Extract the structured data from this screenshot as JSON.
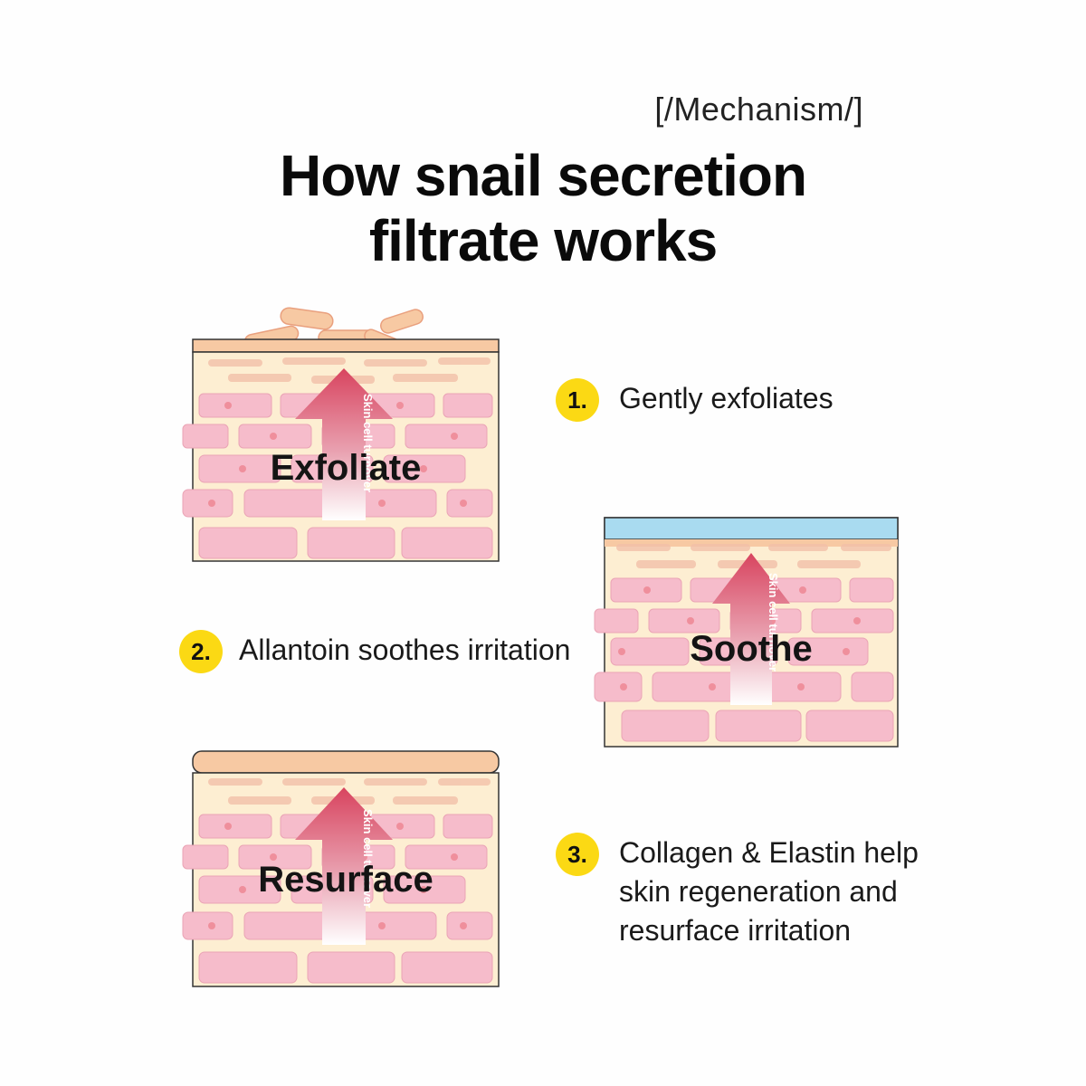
{
  "header": {
    "tag": "[/Mechanism/]",
    "title_line1": "How snail secretion",
    "title_line2": "filtrate works"
  },
  "panels": [
    {
      "label": "Exfoliate",
      "arrow_text": "Skin cell turnover",
      "top_layer": "flaking-cells"
    },
    {
      "label": "Soothe",
      "arrow_text": "Skin cell turnover",
      "top_layer": "hydration-layer"
    },
    {
      "label": "Resurface",
      "arrow_text": "Skin cell turnover",
      "top_layer": "smooth-layer"
    }
  ],
  "steps": [
    {
      "number": "1.",
      "lines": [
        "Gently exfoliates"
      ]
    },
    {
      "number": "2.",
      "lines": [
        "Allantoin soothes irritation"
      ]
    },
    {
      "number": "3.",
      "lines": [
        "Collagen & Elastin help",
        "skin regeneration and",
        "resurface irritation"
      ]
    }
  ],
  "colors": {
    "badge": "#fbd914",
    "skin_cell": "#f6bccb",
    "skin_base": "#fdeed2",
    "arrow": "#d8445f",
    "hydration": "#a9dbf0",
    "top_layer": "#f7c9a3"
  }
}
